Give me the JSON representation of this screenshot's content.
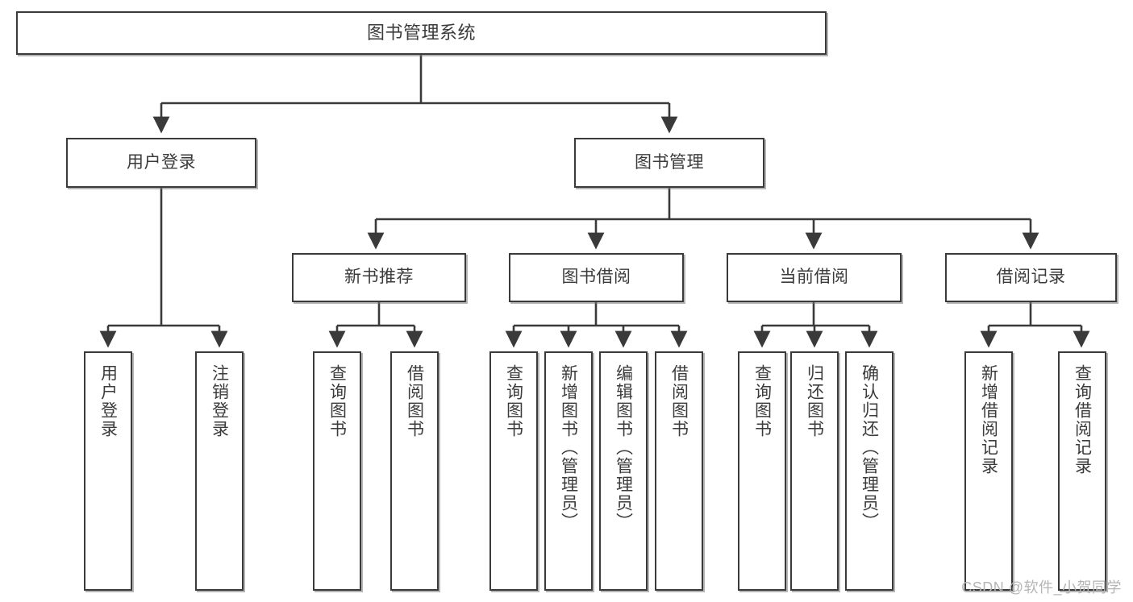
{
  "diagram": {
    "title": "图书管理系统",
    "type": "tree",
    "colors": {
      "stroke": "#3a3a3a",
      "fill": "#ffffff",
      "text": "#3b3b3b",
      "watermark": "#b4b4b4"
    },
    "root": {
      "label": "图书管理系统"
    },
    "level2": [
      {
        "label": "用户登录"
      },
      {
        "label": "图书管理"
      }
    ],
    "level3": [
      {
        "label": "新书推荐"
      },
      {
        "label": "图书借阅"
      },
      {
        "label": "当前借阅"
      },
      {
        "label": "借阅记录"
      }
    ],
    "leaves": {
      "user_login": [
        {
          "label": "用户登录"
        },
        {
          "label": "注销登录"
        }
      ],
      "new_book": [
        {
          "label": "查询图书"
        },
        {
          "label": "借阅图书"
        }
      ],
      "book_borrow": [
        {
          "label": "查询图书"
        },
        {
          "label": "新增图书（管理员）"
        },
        {
          "label": "编辑图书（管理员）"
        },
        {
          "label": "借阅图书"
        }
      ],
      "current_borrow": [
        {
          "label": "查询图书"
        },
        {
          "label": "归还图书"
        },
        {
          "label": "确认归还（管理员）"
        }
      ],
      "borrow_record": [
        {
          "label": "新增借阅记录"
        },
        {
          "label": "查询借阅记录"
        }
      ]
    }
  },
  "watermark": {
    "text": "CSDN @软件_小贺同学"
  }
}
